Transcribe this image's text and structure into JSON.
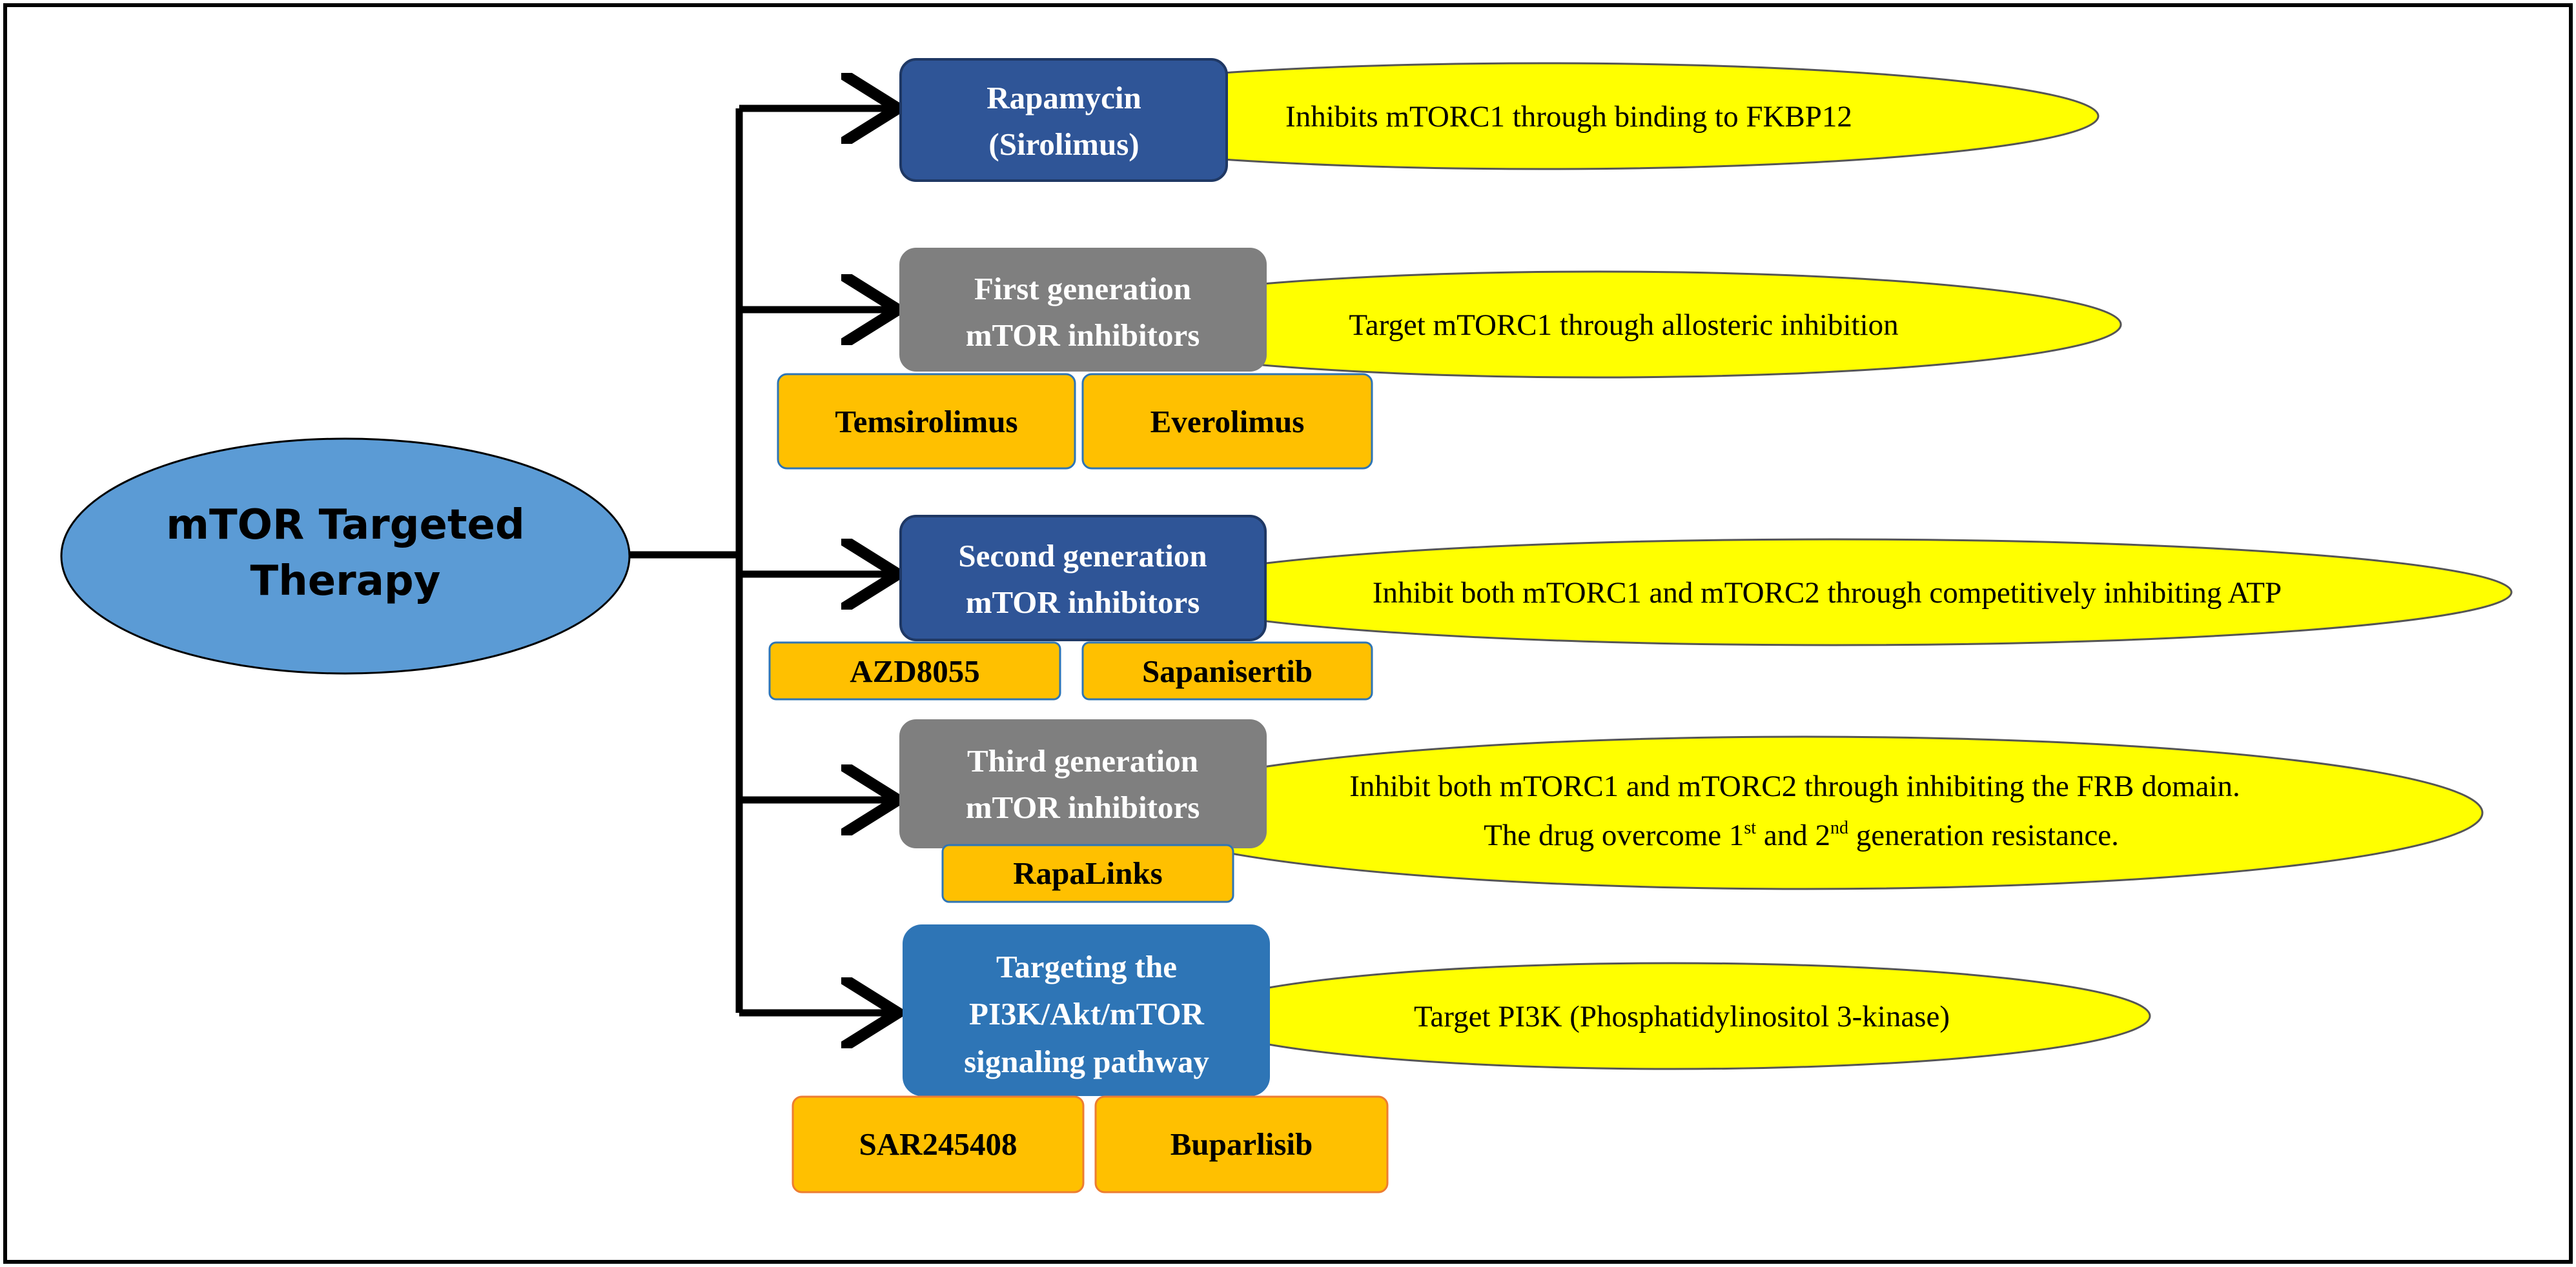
{
  "root": {
    "line1": "mTOR Targeted",
    "line2": "Therapy"
  },
  "branches": [
    {
      "category_lines": [
        "Rapamycin",
        "(Sirolimus)"
      ],
      "mechanism_lines": [
        "Inhibits  mTORC1  through  binding  to  FKBP12"
      ],
      "drugs": []
    },
    {
      "category_lines": [
        "First  generation",
        "mTOR  inhibitors"
      ],
      "mechanism_lines": [
        "Target  mTORC1  through  allosteric  inhibition"
      ],
      "drugs": [
        "Temsirolimus",
        "Everolimus"
      ]
    },
    {
      "category_lines": [
        "Second  generation",
        "mTOR  inhibitors"
      ],
      "mechanism_lines": [
        "Inhibit  both  mTORC1  and  mTORC2  through  competitively  inhibiting  ATP"
      ],
      "drugs": [
        "AZD8055",
        "Sapanisertib"
      ]
    },
    {
      "category_lines": [
        "Third  generation",
        "mTOR  inhibitors"
      ],
      "mechanism_lines": [
        "Inhibit  both  mTORC1  and  mTORC2  through  inhibiting  the  FRB  domain."
      ],
      "mechanism_line2": {
        "a": "The  drug  overcome  1",
        "sup1": "st",
        "b": " and  2",
        "sup2": "nd",
        "c": " generation  resistance."
      },
      "drugs": [
        "RapaLinks"
      ]
    },
    {
      "category_lines": [
        "Targeting  the",
        "PI3K/Akt/mTOR",
        "signaling  pathway"
      ],
      "mechanism_lines": [
        "Target  PI3K  (Phosphatidylinositol  3-kinase)"
      ],
      "drugs": [
        "SAR245408",
        "Buparlisib"
      ]
    }
  ],
  "colors": {
    "root_fill": "#5b9bd5",
    "dark_blue": "#2f5597",
    "gray": "#7f7f7f",
    "mid_blue": "#2e75b6",
    "drug_fill": "#ffc000",
    "mech_fill": "#ffff00",
    "line": "#000000"
  }
}
